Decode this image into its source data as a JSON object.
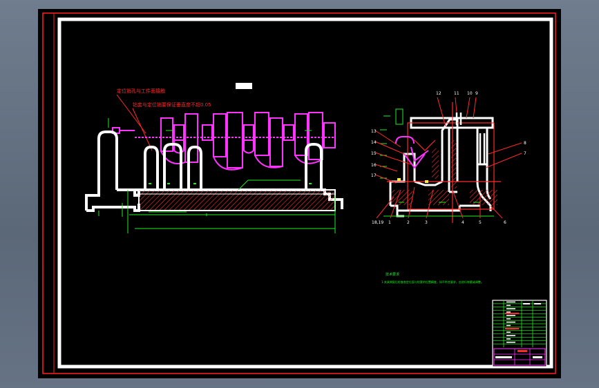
{
  "sheet": {
    "background": "#000000",
    "border_color": "#ff2020",
    "frame_color": "#ffffff"
  },
  "colors": {
    "outline": "#ffffff",
    "red": "#ff2a2a",
    "magenta": "#ff33ff",
    "green": "#22ee22",
    "hatch": "#ff3333"
  },
  "left_view": {
    "notes": [
      "定位销孔与工件面接触",
      "钻套与定位销要保证垂直度不超0.05"
    ],
    "title_tag": "",
    "dimensions": [
      "",
      "",
      ""
    ],
    "callout": ""
  },
  "right_view": {
    "numbers_top": [
      "12",
      "11",
      "10",
      "9"
    ],
    "numbers_left": [
      "13",
      "14",
      "15",
      "16",
      "17"
    ],
    "numbers_right": [
      "8",
      "7"
    ],
    "numbers_bottom": [
      "18,19",
      "1",
      "2",
      "3",
      "4",
      "5",
      "6"
    ]
  },
  "tech_notes": {
    "heading": "技术要求",
    "line": "1.夹具装配后检查各定位面与钻套的位置精度，如不符合要求，应进行修磨或调整。"
  },
  "title_block": {
    "rows": 14
  }
}
